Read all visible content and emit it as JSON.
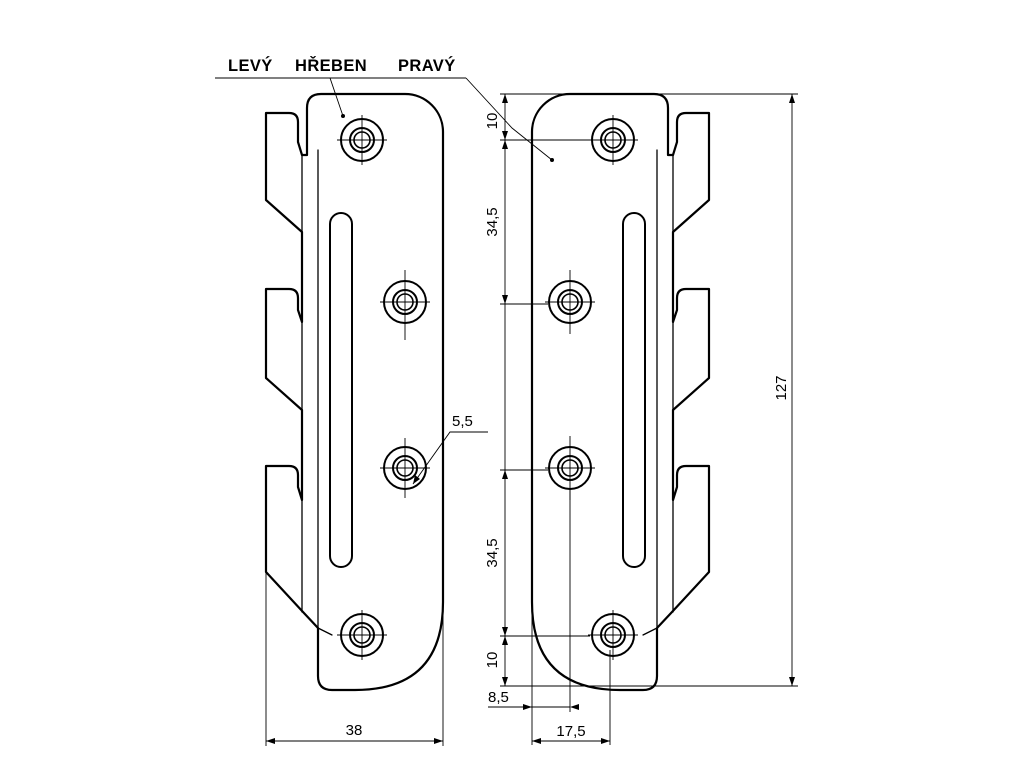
{
  "labels": {
    "left": "LEVÝ",
    "middle": "HŘEBEN",
    "right": "PRAVÝ"
  },
  "dimensions": {
    "top_offset": "10",
    "upper_spacing": "34,5",
    "total_height": "127",
    "hole_diameter": "5,5",
    "lower_spacing": "34,5",
    "bottom_offset": "10",
    "hole_edge_offset": "8,5",
    "hole_row_offset": "17,5",
    "total_width": "38"
  },
  "colors": {
    "line": "#000000",
    "background": "#ffffff"
  }
}
